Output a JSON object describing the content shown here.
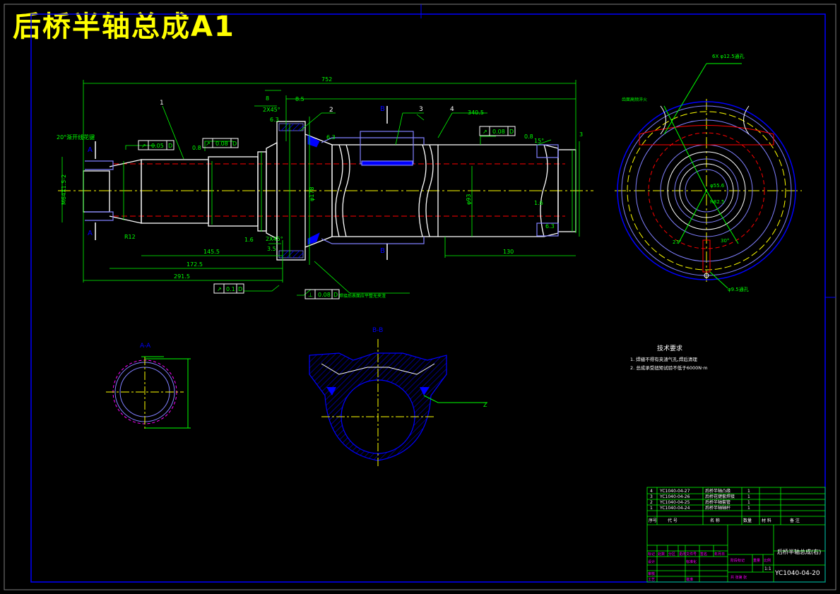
{
  "title": "后桥半轴总成A1",
  "colors": {
    "frame": "#0000ff",
    "outline": "#ffffff",
    "dim": "#00ff00",
    "center": "#ffff00",
    "hidden": "#ff0000",
    "part": "#8080ff",
    "hatch": "#0000ff",
    "accent": "#ff00ff"
  },
  "dims": {
    "total_length": "752",
    "d291": "291.5",
    "d172": "172.5",
    "d145": "145.5",
    "d130": "130",
    "d340": "340.5",
    "d2x45": "2X45°",
    "d8": "8",
    "d8_5": "8.5",
    "d3_5": "3.5",
    "d2x45b": "2X45°",
    "r12": "R12",
    "thread": "M64X1.5-2",
    "spline_note": "20°渐开线花键",
    "chamfer15": "15°",
    "d3": "3",
    "d6_3": "6.3",
    "d1_6": "1.6",
    "d0_8": "0.8",
    "dia178": "φ178",
    "dia_body": "φ93"
  },
  "tolerances": [
    {
      "sym": "↗",
      "val": "0.05",
      "ref": "D"
    },
    {
      "sym": "↗",
      "val": "0.08",
      "ref": "D"
    },
    {
      "sym": "↗",
      "val": "0.08",
      "ref": "D"
    },
    {
      "sym": "↗",
      "val": "0.1",
      "ref": "D"
    },
    {
      "sym": "⊥",
      "val": "0.08",
      "ref": "D"
    }
  ],
  "balloons": [
    "1",
    "2",
    "3",
    "4"
  ],
  "section_labels": {
    "a": "A",
    "b": "B"
  },
  "notes": {
    "weld_note": "焊接后表面应平整无夹渣",
    "hole_note": "6X φ12.5通孔",
    "tooth_note": "齿面高频淬火"
  },
  "end_view": {
    "r_inner": "φ55.6",
    "r_bolt": "R82.5",
    "angle1": "27°",
    "angle2": "30°",
    "hole": "φ9.5通孔"
  },
  "views": {
    "section_aa": "A-A",
    "section_bb": "B-B",
    "dim_z": "Z"
  },
  "tech_req": {
    "title": "技术要求",
    "items": [
      "1.   焊缝不得有夹渣气孔,焊后清理",
      "2.   总成承受扭矩试验不低于6000N·m"
    ]
  },
  "bom": {
    "rows": [
      {
        "no": "4",
        "code": "YC1040-04-27",
        "name": "后桥半轴凸缘",
        "qty": "1"
      },
      {
        "no": "3",
        "code": "YC1040-04-26",
        "name": "后桥花键套焊接",
        "qty": "1"
      },
      {
        "no": "2",
        "code": "YC1040-04-25",
        "name": "后桥半轴套管",
        "qty": "1"
      },
      {
        "no": "1",
        "code": "YC1040-04-24",
        "name": "后桥半轴轴杆",
        "qty": "1"
      }
    ],
    "header": [
      "序号",
      "代 号",
      "名 称",
      "数量",
      "材 料",
      "备 注"
    ]
  },
  "titleblock": {
    "name": "后桥半轴总成(右)",
    "code": "YC1040-04-20",
    "scale": "1:1",
    "sheet": "共 张第 张",
    "labels": [
      "标记",
      "处数",
      "分区",
      "更改文件号",
      "签名",
      "年月日"
    ],
    "roles": [
      "设计",
      "审核",
      "工艺",
      "标准化",
      "批准"
    ],
    "stage": "阶段标记",
    "weight": "重量",
    "ratio": "比例"
  }
}
